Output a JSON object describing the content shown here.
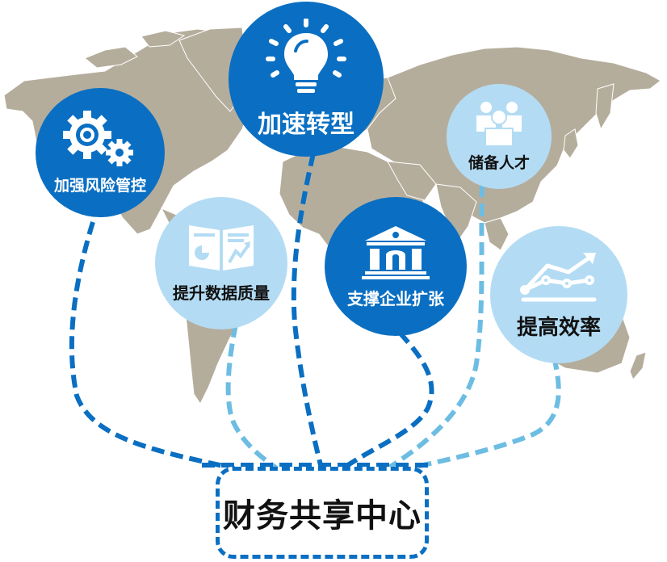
{
  "colors": {
    "dark_blue": "#0a6fc2",
    "light_blue": "#b3dcf4",
    "map_land": "#b5ad9c",
    "dash_dark": "#0a6fc2",
    "dash_light": "#6dbde3"
  },
  "hub": {
    "label": "财务共享中心"
  },
  "nodes": [
    {
      "id": "risk",
      "label": "加强风险管控",
      "icon": "gears-icon",
      "style": "dark"
    },
    {
      "id": "transform",
      "label": "加速转型",
      "icon": "lightbulb-icon",
      "style": "dark"
    },
    {
      "id": "talent",
      "label": "储备人才",
      "icon": "people-group-icon",
      "style": "light"
    },
    {
      "id": "data",
      "label": "提升数据质量",
      "icon": "report-chart-icon",
      "style": "light"
    },
    {
      "id": "expand",
      "label": "支撑企业扩张",
      "icon": "bank-building-icon",
      "style": "dark"
    },
    {
      "id": "efficiency",
      "label": "提高效率",
      "icon": "trend-line-icon",
      "style": "light"
    }
  ],
  "background": {
    "type": "world-map"
  }
}
